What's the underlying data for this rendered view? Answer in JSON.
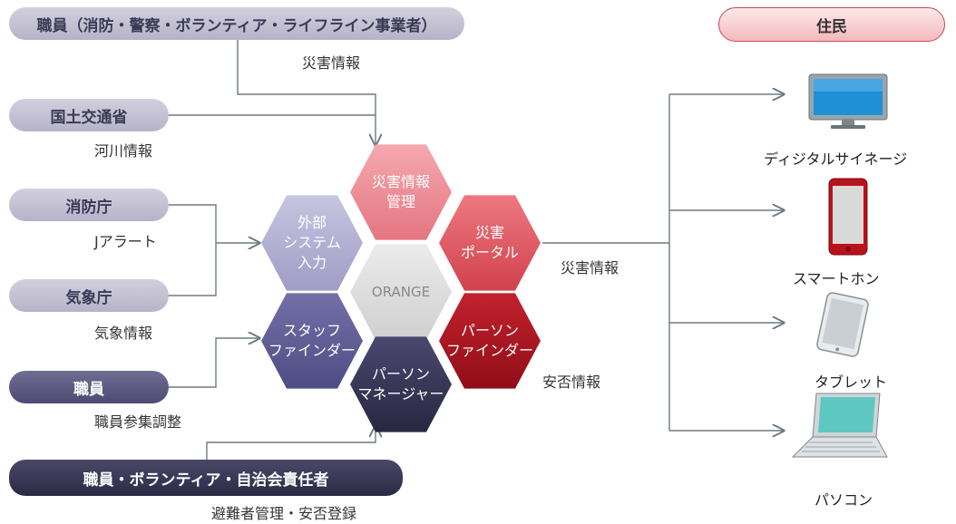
{
  "sources": {
    "staff_all": "職員（消防・警察・ボランティア・ライフライン事業者）",
    "mlit": "国土交通省",
    "fdma": "消防庁",
    "jma": "気象庁",
    "staff": "職員",
    "staff_volunteer": "職員・ボランティア・自治会責任者"
  },
  "captions": {
    "disaster_info_top": "災害情報",
    "river_info": "河川情報",
    "j_alert": "Jアラート",
    "weather_info": "気象情報",
    "staff_gathering": "職員参集調整",
    "evacuee_mgmt": "避難者管理・安否登録",
    "disaster_info_out": "災害情報",
    "safety_info": "安否情報"
  },
  "hexagons": {
    "external_input": "外部\nシステム\n入力",
    "disaster_mgmt": "災害情報\n管理",
    "disaster_portal": "災害\nポータル",
    "orange": "ORANGE",
    "staff_finder": "スタッフ\nファインダー",
    "person_finder": "パーソン\nファインダー",
    "person_manager": "パーソン\nマネージャー"
  },
  "residents": {
    "title": "住民",
    "devices": [
      "ディジタルサイネージ",
      "スマートホン",
      "タブレット",
      "パソコン"
    ]
  },
  "colors": {
    "line": "#6e7a80",
    "external_input": "#b7b3d4",
    "disaster_mgmt": "#ee8a92",
    "disaster_portal": "#e0555e",
    "orange": "#dcdcdc",
    "staff_finder": "#5f5b95",
    "person_finder": "#a8141f",
    "person_manager": "#36345a"
  }
}
